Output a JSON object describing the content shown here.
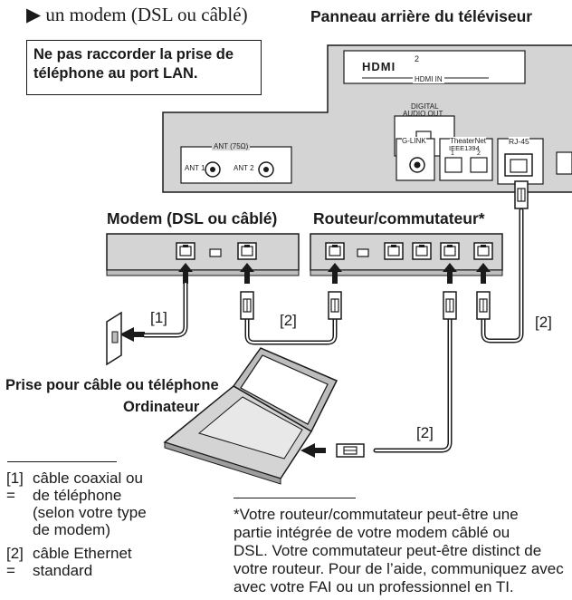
{
  "modem_bullet": "▶ un modem (DSL ou câblé)",
  "warning": "Ne pas raccorder la prise de téléphone au port LAN.",
  "tv_panel": {
    "title": "Panneau arrière du téléviseur",
    "hdmi_logo": "HDMI",
    "hdmi_in": "HDMI IN",
    "hdmi_port_num": "2",
    "digital_audio_out": [
      "DIGITAL",
      "AUDIO OUT"
    ],
    "ant_label": "ANT (75Ω)",
    "ant1": "ANT 1",
    "ant2": "ANT 2",
    "glink": "G-LINK",
    "theaternet": [
      "TheaterNet",
      "IEEE1394"
    ],
    "ieee_port1": "1",
    "ieee_port2": "2",
    "rj45": "RJ-45"
  },
  "modem_label": "Modem (DSL ou câblé)",
  "router_label": "Routeur/commutateur*",
  "wall_jack_label": "Prise pour câble ou téléphone",
  "computer_label": "Ordinateur",
  "callouts": {
    "coax": "[1]",
    "ethernet_modem_router": "[2]",
    "ethernet_router_tv": "[2]",
    "ethernet_router_pc": "[2]"
  },
  "legend": [
    {
      "num": "[1] =",
      "lines": [
        "câble coaxial ou",
        "de téléphone",
        "(selon votre type",
        "de modem)"
      ]
    },
    {
      "num": "[2] =",
      "lines": [
        "câble Ethernet",
        "standard"
      ]
    }
  ],
  "footnote": [
    "*Votre routeur/commutateur peut-être une",
    " partie intégrée de votre modem câblé ou",
    " DSL. Votre commutateur peut-être distinct de",
    " votre routeur. Pour de l’aide, communiquez avec",
    " avec votre FAI ou un professionnel en TI."
  ]
}
